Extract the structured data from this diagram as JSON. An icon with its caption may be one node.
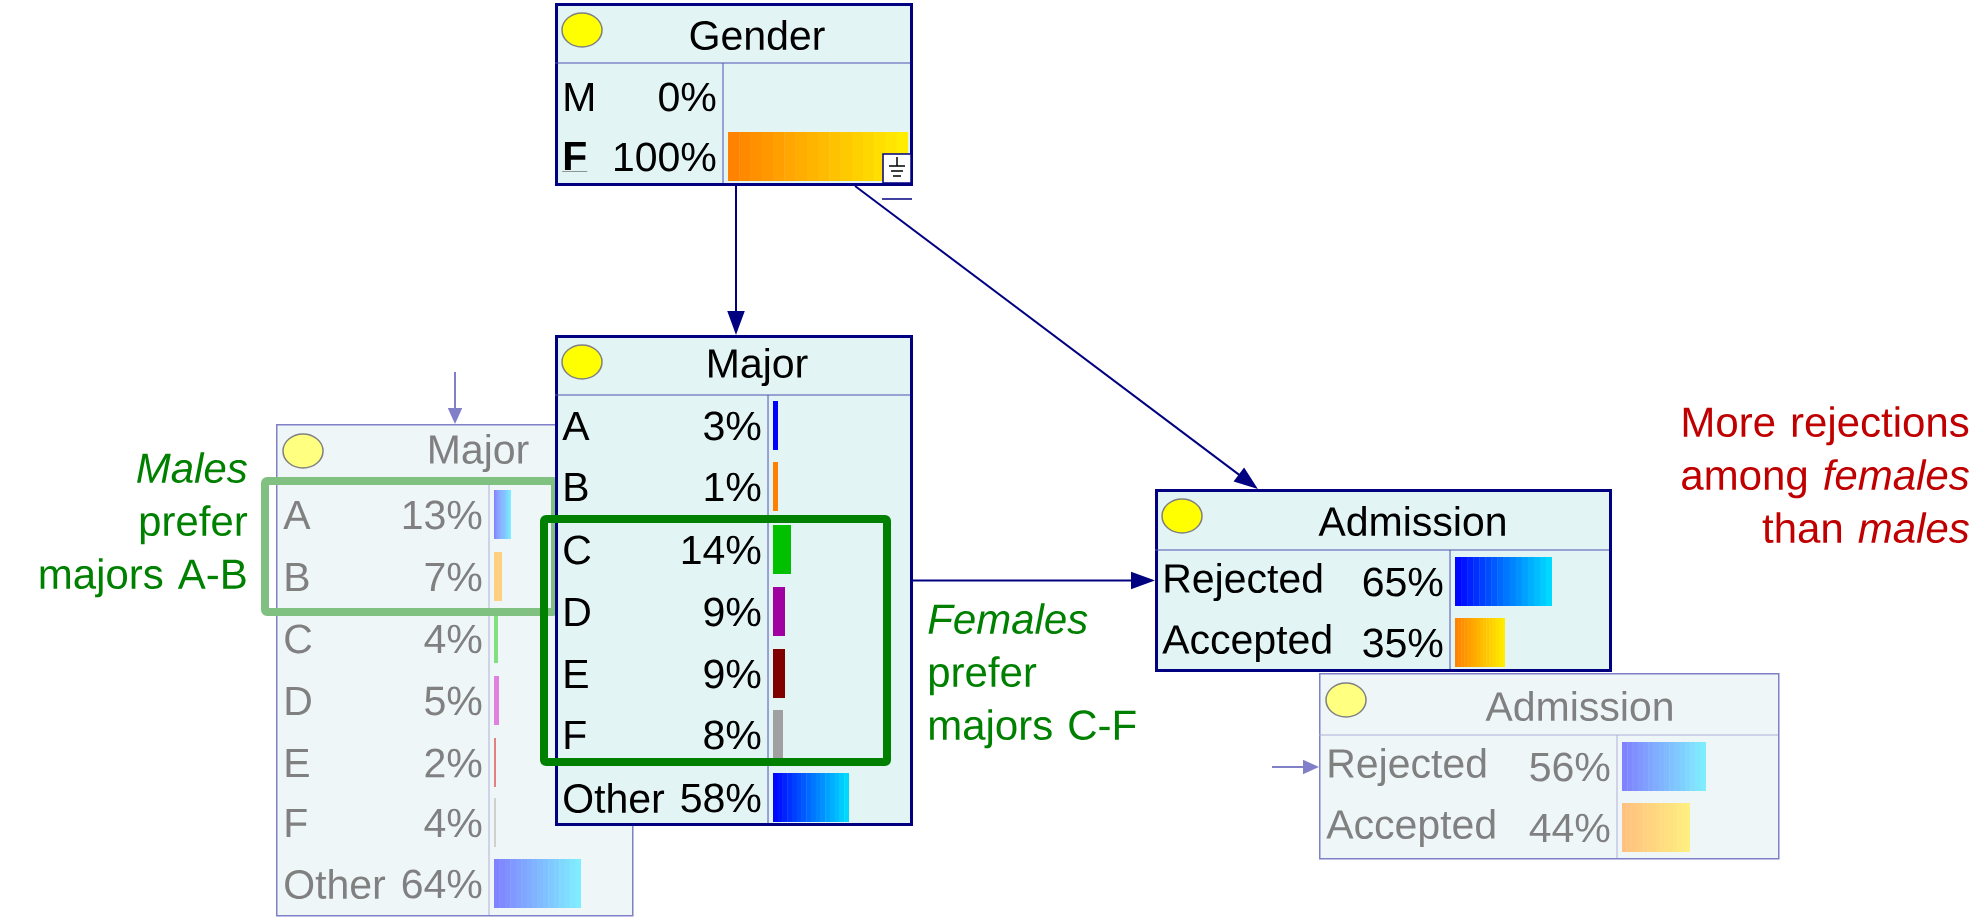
{
  "diagram": {
    "nodes": [
      {
        "text": [
          "Gender",
          "M",
          "0%",
          "F",
          "100%"
        ]
      },
      {
        "text": [
          "Major",
          "A",
          "3%",
          "B",
          "1%",
          "C",
          "14%",
          "D",
          "9%",
          "E",
          "9%",
          "F",
          "8%",
          "Other",
          "58%"
        ]
      },
      {
        "text": [
          "Major",
          "A",
          "13%",
          "B",
          "7%",
          "C",
          "4%",
          "D",
          "5%",
          "E",
          "2%",
          "F",
          "4%",
          "Other",
          "64%"
        ]
      },
      {
        "text": [
          "Admission",
          "Rejected",
          "65%",
          "Accepted",
          "35%"
        ]
      },
      {
        "text": [
          "Admission",
          "Rejected",
          "56%",
          "Accepted",
          "44%"
        ]
      }
    ],
    "edges": [
      {
        "from": 0,
        "to": 1,
        "arrow": "to"
      },
      {
        "from": 0,
        "to": 3,
        "arrow": "to"
      },
      {
        "from": 1,
        "to": 3,
        "arrow": "to"
      },
      {
        "from": null,
        "to": 2,
        "arrow": "to",
        "color": "#8080c8"
      },
      {
        "from": null,
        "to": 4,
        "arrow": "to",
        "color": "#8080c8"
      }
    ],
    "labels": [
      "*Males* prefer majors A-B",
      "*Females* prefer majors C-F",
      "More rejections among *females* than *males*"
    ]
  }
}
